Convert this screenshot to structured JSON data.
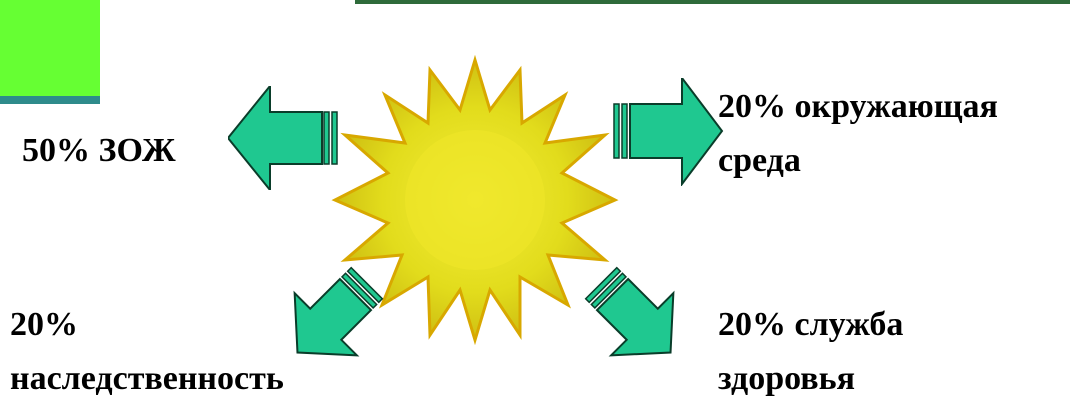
{
  "colors": {
    "slide_accent_green": "#66ff33",
    "slide_accent_teal": "#2e8b8b",
    "arrow_fill": "#1fc890",
    "sun_fill": "#e8e020"
  },
  "factors": {
    "healthy_lifestyle": "50% ЗОЖ",
    "environment_line1": "20% окружающая",
    "environment_line2": "среда",
    "heredity_line1": "20%",
    "heredity_line2": "наследственность",
    "health_service_line1": "20% служба",
    "health_service_line2": "здоровья"
  }
}
